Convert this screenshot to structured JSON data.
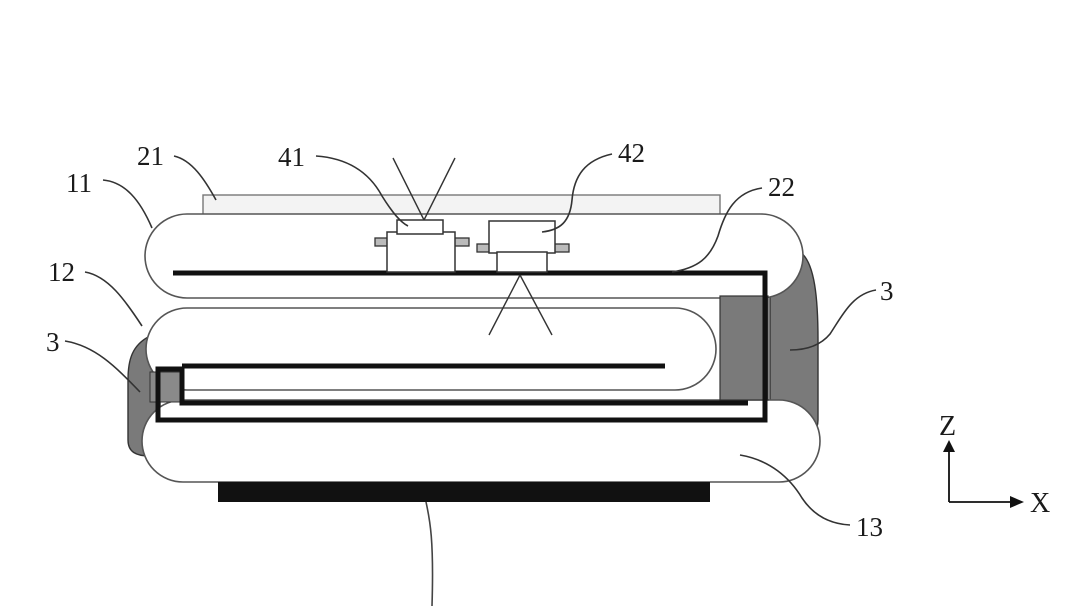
{
  "labels": {
    "part_11": "11",
    "part_21": "21",
    "part_41": "41",
    "part_42": "42",
    "part_22": "22",
    "part_12": "12",
    "part_3_right": "3",
    "part_3_left": "3",
    "part_13": "13"
  },
  "axes": {
    "z": "Z",
    "x": "X"
  },
  "colors": {
    "line": "#111111",
    "outline": "#555555",
    "filler": "#7a7a7a",
    "panel": "#f3f3f3"
  }
}
